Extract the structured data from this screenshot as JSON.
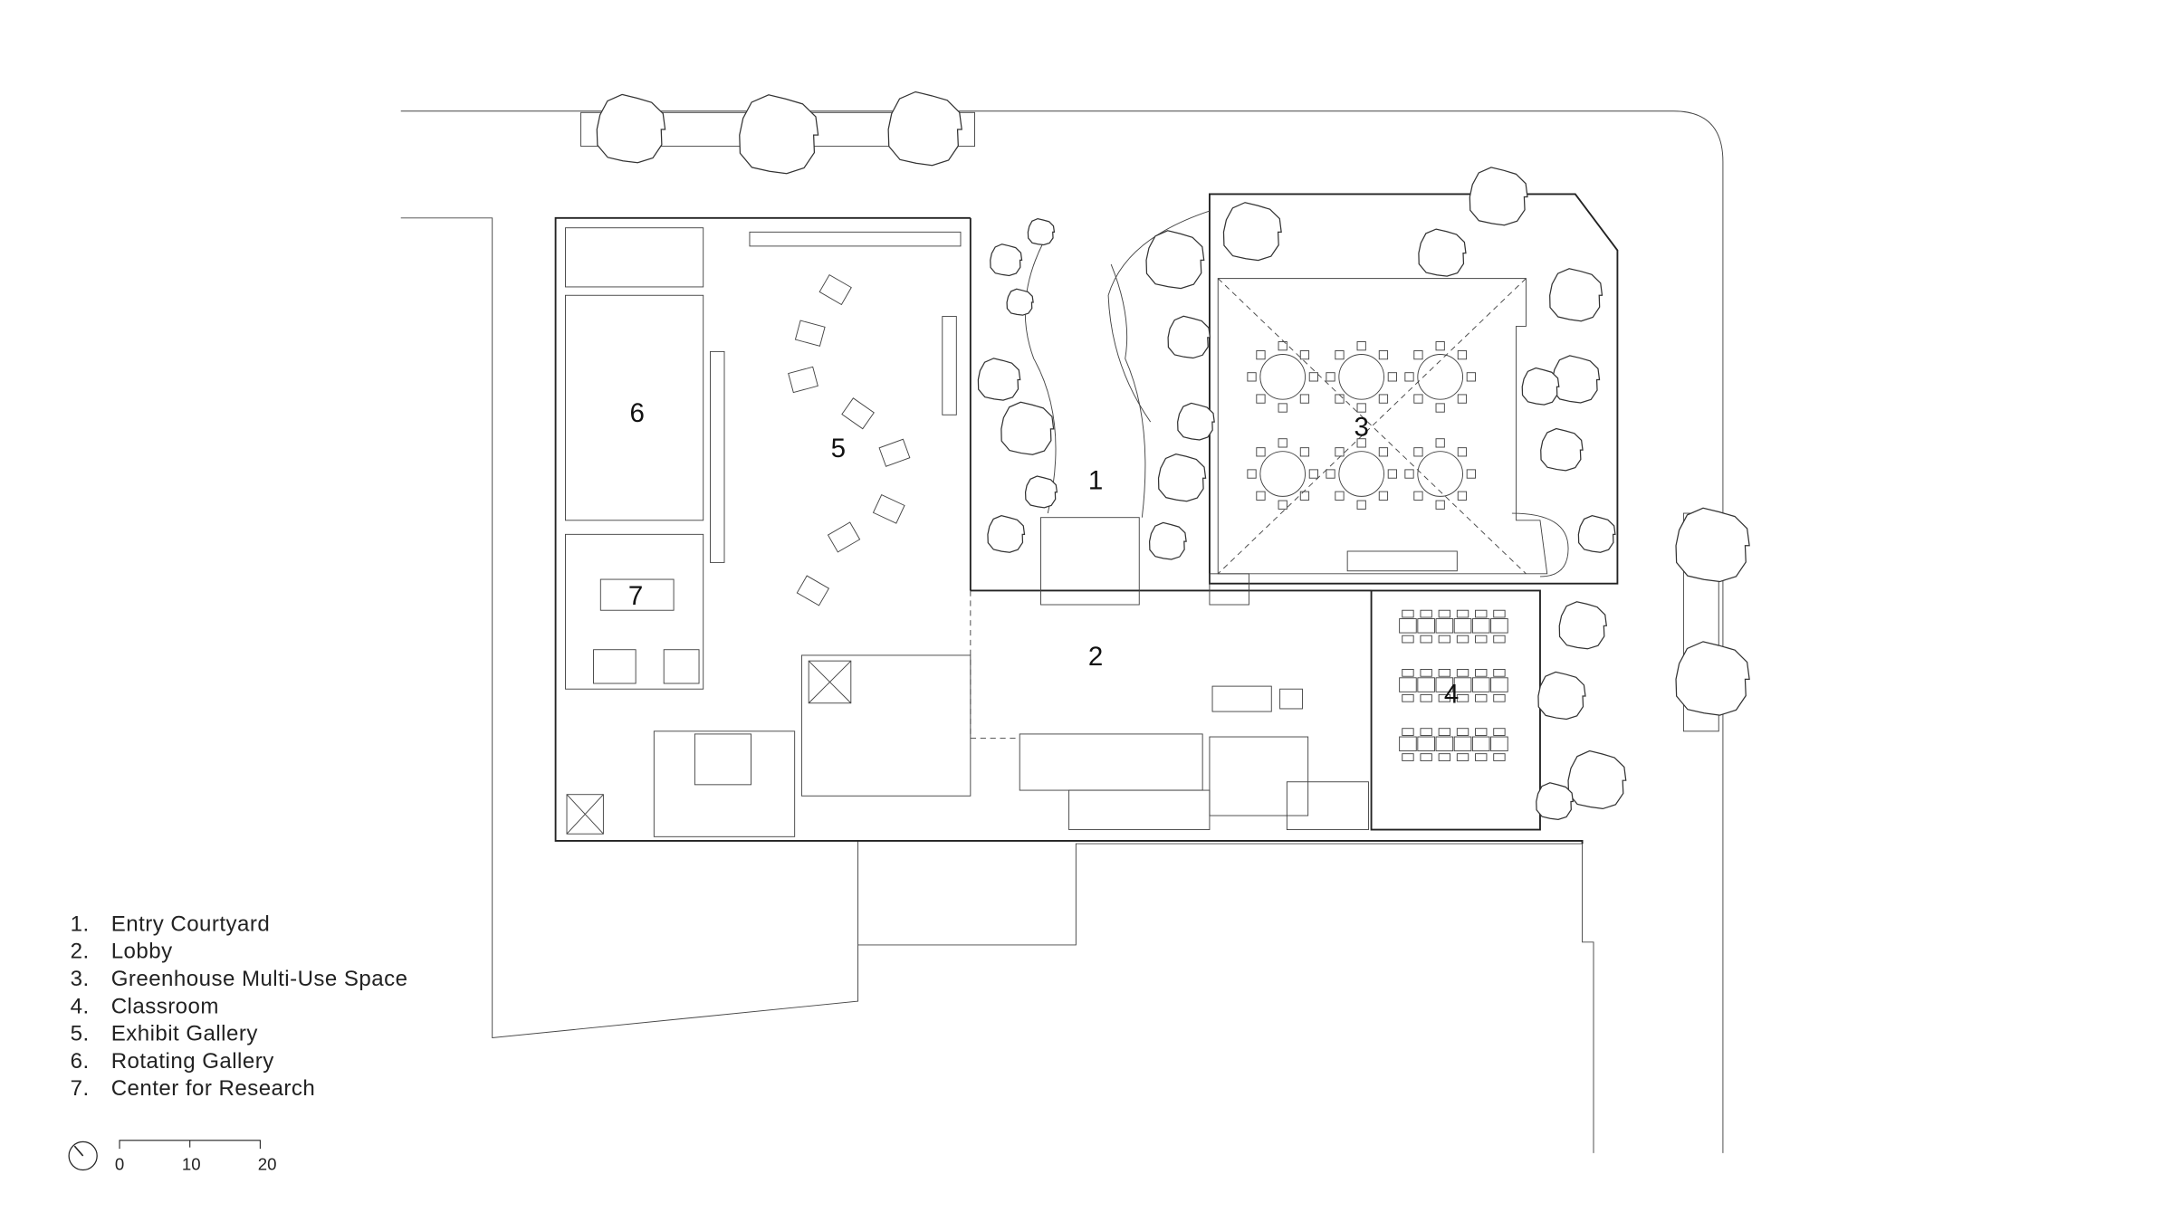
{
  "room_labels": [
    {
      "number": "1",
      "name": "Entry Courtyard"
    },
    {
      "number": "2",
      "name": "Lobby"
    },
    {
      "number": "3",
      "name": "Greenhouse Multi-Use Space"
    },
    {
      "number": "4",
      "name": "Classroom"
    },
    {
      "number": "5",
      "name": "Exhibit Gallery"
    },
    {
      "number": "6",
      "name": "Rotating Gallery"
    },
    {
      "number": "7",
      "name": "Center for Research"
    }
  ],
  "legend": [
    {
      "num": "1.",
      "text": "Entry Courtyard"
    },
    {
      "num": "2.",
      "text": "Lobby"
    },
    {
      "num": "3.",
      "text": "Greenhouse Multi-Use Space"
    },
    {
      "num": "4.",
      "text": "Classroom"
    },
    {
      "num": "5.",
      "text": "Exhibit Gallery"
    },
    {
      "num": "6.",
      "text": "Rotating Gallery"
    },
    {
      "num": "7.",
      "text": "Center for Research"
    }
  ],
  "scale_bar": {
    "ticks": [
      "0",
      "10",
      "20"
    ]
  },
  "north_arrow_icon": "north-arrow-icon"
}
